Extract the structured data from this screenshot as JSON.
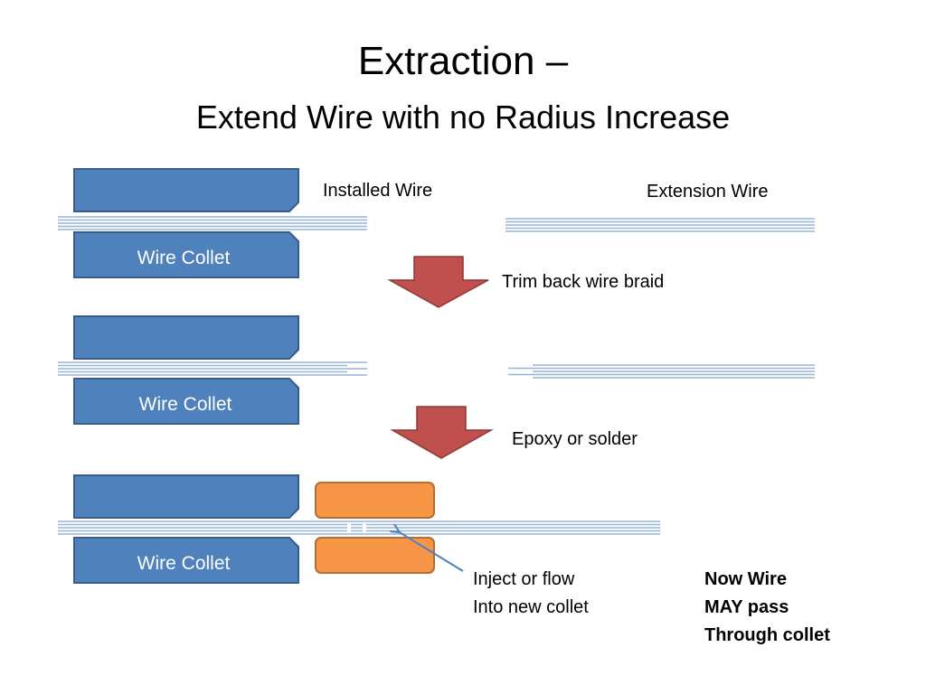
{
  "title": "Extraction –",
  "subtitle": "Extend Wire with no Radius Increase",
  "labels": {
    "installed_wire": "Installed Wire",
    "extension_wire": "Extension Wire",
    "trim_step": "Trim back wire braid",
    "join_step": "Epoxy or solder",
    "inject_line1": "Inject or flow",
    "inject_line2": "Into new collet",
    "note_line1": "Now Wire",
    "note_line2": "MAY pass",
    "note_line3": "Through collet"
  },
  "collet_label": "Wire Collet",
  "colors": {
    "collet_fill": "#4f81bd",
    "collet_stroke": "#385d8a",
    "arrow_fill": "#c0504d",
    "arrow_stroke": "#8c3836",
    "new_collet_fill": "#f79646",
    "new_collet_stroke": "#b66d31",
    "wire_line": "#95b3d7",
    "pointer_line": "#4f81bd"
  }
}
